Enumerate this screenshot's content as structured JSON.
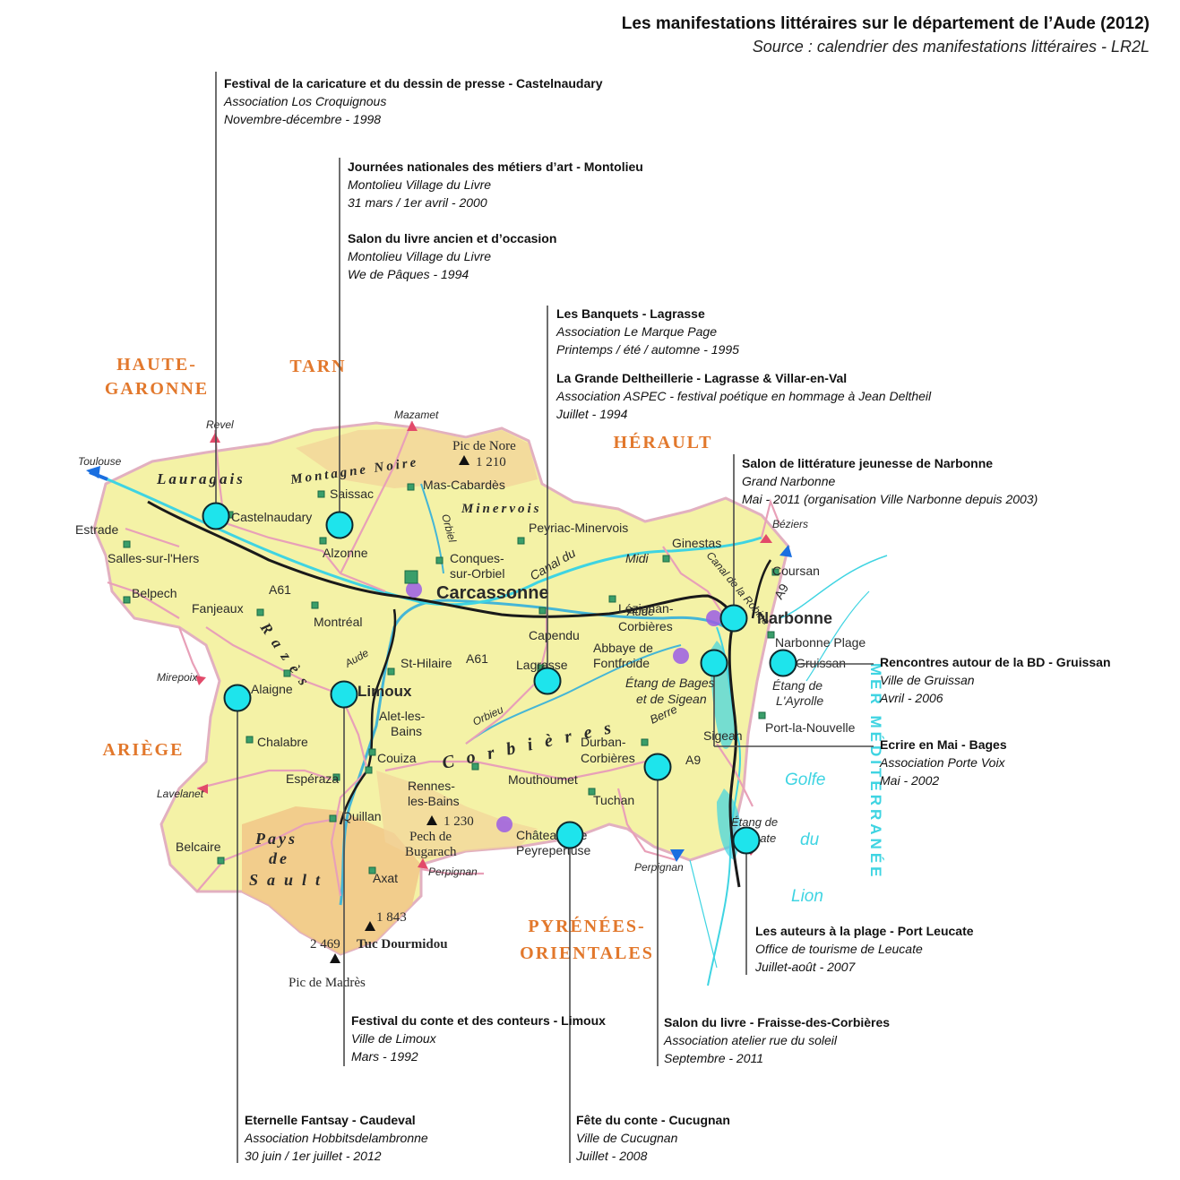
{
  "header": {
    "title": "Les manifestations littéraires sur le département de l’Aude (2012)",
    "subtitle": "Source : calendrier des manifestations littéraires - LR2L"
  },
  "colors": {
    "marker": "#1ee4ec",
    "land": "#f4f2a6",
    "relief": "#f2c98a",
    "water": "#3fd4e2",
    "region_label": "#e2782c",
    "road": "#e8a0b8",
    "motorway": "#1a1a1a"
  },
  "events": [
    {
      "name": "Festival de la caricature et du dessin de presse - Castelnaudary",
      "organizer": "Association Los Croquignous",
      "date": "Novembre-décembre - 1998"
    },
    {
      "name": "Journées nationales des métiers d’art - Montolieu",
      "organizer": "Montolieu Village du Livre",
      "date": "31 mars / 1er avril - 2000"
    },
    {
      "name": "Salon du livre ancien et d’occasion",
      "organizer": "Montolieu Village du Livre",
      "date": "We de Pâques - 1994"
    },
    {
      "name": "Les Banquets - Lagrasse",
      "organizer": "Association Le Marque Page",
      "date": "Printemps / été / automne - 1995"
    },
    {
      "name": "La Grande Deltheillerie - Lagrasse & Villar-en-Val",
      "organizer": "Association ASPEC - festival poétique en hommage à Jean Deltheil",
      "date": "Juillet - 1994"
    },
    {
      "name": "Salon de littérature jeunesse de Narbonne",
      "organizer": "Grand Narbonne",
      "date": "Mai - 2011 (organisation Ville Narbonne depuis 2003)"
    },
    {
      "name": "Rencontres autour de la BD - Gruissan",
      "organizer": "Ville de Gruissan",
      "date": "Avril - 2006"
    },
    {
      "name": "Ecrire en Mai - Bages",
      "organizer": "Association Porte Voix",
      "date": "Mai - 2002"
    },
    {
      "name": "Les auteurs à la plage - Port Leucate",
      "organizer": "Office de tourisme de Leucate",
      "date": "Juillet-août - 2007"
    },
    {
      "name": "Festival du conte et des conteurs - Limoux",
      "organizer": "Ville de Limoux",
      "date": "Mars - 1992"
    },
    {
      "name": "Salon du livre - Fraisse-des-Corbières",
      "organizer": "Association atelier rue du soleil",
      "date": "Septembre - 2011"
    },
    {
      "name": "Eternelle Fantsay - Caudeval",
      "organizer": "Association Hobbitsdelambronne",
      "date": "30 juin / 1er juillet - 2012"
    },
    {
      "name": "Fête du conte - Cucugnan",
      "organizer": "Ville de Cucugnan",
      "date": "Juillet - 2008"
    }
  ],
  "map": {
    "regions": [
      {
        "line1": "HAUTE-",
        "line2": "GARONNE"
      },
      {
        "line1": "TARN",
        "line2": ""
      },
      {
        "line1": "HÉRAULT",
        "line2": ""
      },
      {
        "line1": "ARIÈGE",
        "line2": ""
      },
      {
        "line1": "PYRÉNÉES-",
        "line2": "ORIENTALES"
      }
    ],
    "towns": [
      "Castelnaudary",
      "Saissac",
      "Mas-Cabardès",
      "Alzonne",
      "Conques-",
      "sur-Orbiel",
      "Carcassonne",
      "Peyriac-Minervois",
      "Ginestas",
      "Coursan",
      "Narbonne",
      "Narbonne Plage",
      "Gruissan",
      "Estrade",
      "Salles-sur-l'Hers",
      "Belpech",
      "Fanjeaux",
      "Montréal",
      "Lézignan-",
      "Corbières",
      "Capendu",
      "Lagrasse",
      "St-Hilaire",
      "Limoux",
      "Alaigne",
      "Alet-les-",
      "Bains",
      "Couiza",
      "Chalabre",
      "Espéraza",
      "Quillan",
      "Rennes-",
      "les-Bains",
      "Mouthoumet",
      "Durban-",
      "Corbières",
      "Tuchan",
      "Belcaire",
      "Axat",
      "Sigean",
      "Port-la-Nouvelle",
      "Abbaye de",
      "Fontfroide",
      "Châteaux de",
      "Peyrepertuse"
    ],
    "external_towns": [
      "Revel",
      "Toulouse",
      "Mazamet",
      "Béziers",
      "Mirepoix",
      "Lavelanet",
      "Perpignan",
      "Perpignan"
    ],
    "summits": [
      "Pic de Nore",
      "1 210",
      "1 230",
      "Pech de",
      "Bugarach",
      "1 843",
      "2 469",
      "Tuc Dourmidou",
      "Pic de Madrès"
    ],
    "areas": [
      "Lauragais",
      "Montagne Noire",
      "Minervois",
      "Corbières",
      "Pays",
      "de",
      "Sault",
      "Razès"
    ],
    "water": [
      "Canal du",
      "Midi",
      "Canal de la Robine",
      "Aude",
      "Orbieu",
      "Orbiel",
      "Aude",
      "Étang de Bages",
      "et de Sigean",
      "Étang de",
      "L'Ayrolle",
      "Étang de",
      "Leucate",
      "Golfe",
      "du",
      "Lion",
      "MER MÉDITERRANÉE",
      "Berre"
    ],
    "roads": [
      "A61",
      "A61",
      "A9",
      "A9"
    ]
  }
}
